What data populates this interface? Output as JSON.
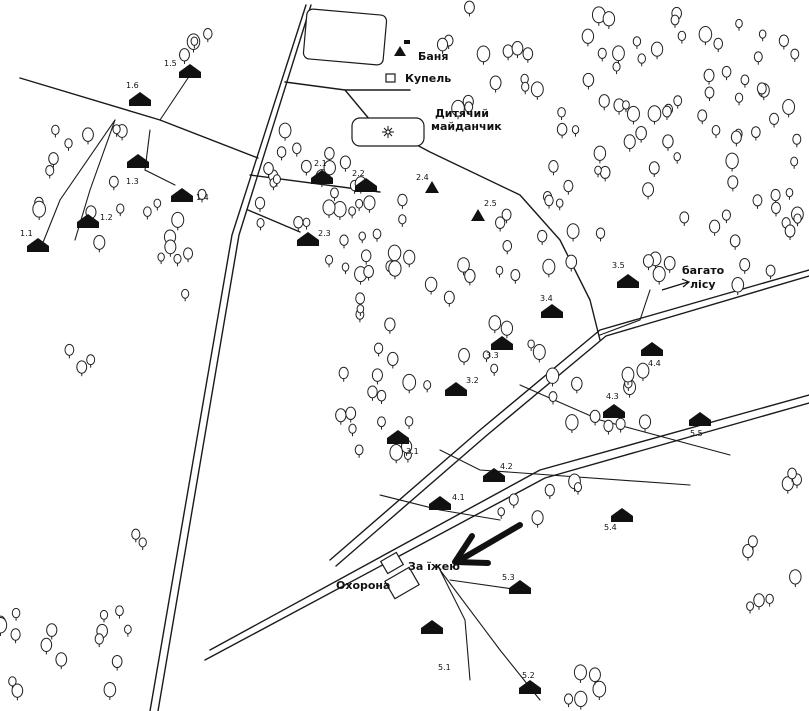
{
  "map": {
    "poi": {
      "banya": "Баня",
      "kupel": "Купель",
      "playground_line1": "Дитячий",
      "playground_line2": "майданчик",
      "forest_line1": "багато",
      "forest_line2": "лісу",
      "okhorona": "Охорона",
      "za_izheyu": "За їжею"
    },
    "houses": [
      {
        "id": "1.1",
        "label": "1.1"
      },
      {
        "id": "1.2",
        "label": "1.2"
      },
      {
        "id": "1.3",
        "label": "1.3"
      },
      {
        "id": "1.4",
        "label": "1.4"
      },
      {
        "id": "1.5",
        "label": "1.5"
      },
      {
        "id": "1.6",
        "label": "1.6"
      },
      {
        "id": "2.1",
        "label": "2.1"
      },
      {
        "id": "2.2",
        "label": "2.2"
      },
      {
        "id": "2.3",
        "label": "2.3"
      },
      {
        "id": "2.4",
        "label": "2.4"
      },
      {
        "id": "2.5",
        "label": "2.5"
      },
      {
        "id": "3.1",
        "label": "3.1"
      },
      {
        "id": "3.2",
        "label": "3.2"
      },
      {
        "id": "3.3",
        "label": "3.3"
      },
      {
        "id": "3.4",
        "label": "3.4"
      },
      {
        "id": "3.5",
        "label": "3.5"
      },
      {
        "id": "4.1",
        "label": "4.1"
      },
      {
        "id": "4.2",
        "label": "4.2"
      },
      {
        "id": "4.3",
        "label": "4.3"
      },
      {
        "id": "4.4",
        "label": "4.4"
      },
      {
        "id": "5.1",
        "label": "5.1"
      },
      {
        "id": "5.2",
        "label": "5.2"
      },
      {
        "id": "5.3",
        "label": "5.3"
      },
      {
        "id": "5.4",
        "label": "5.4"
      },
      {
        "id": "5.5",
        "label": "5.5"
      }
    ],
    "icons": [
      "tree-icon",
      "house-icon",
      "arrow-icon",
      "bath-icon",
      "sun-icon"
    ]
  }
}
